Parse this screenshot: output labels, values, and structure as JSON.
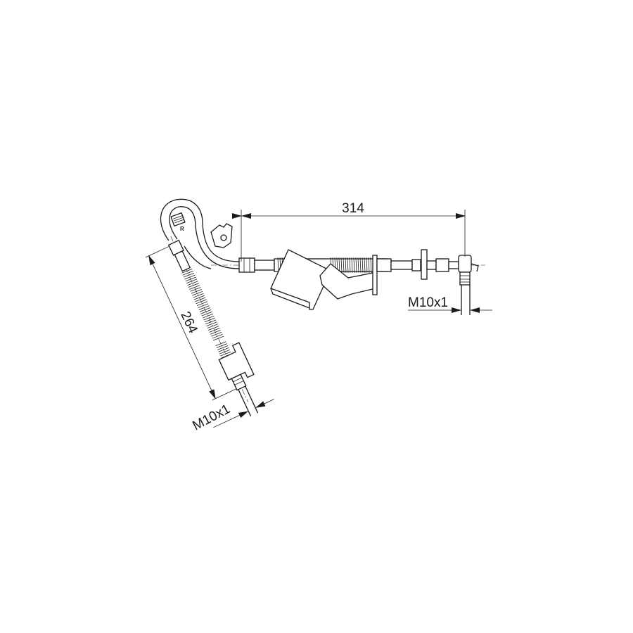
{
  "drawing": {
    "dimension_length_horizontal": "314",
    "dimension_length_angled": "264",
    "thread_right": "M10x1",
    "thread_bottom": "M10x1",
    "marking_side": "R"
  },
  "colors": {
    "line": "#1a1a1a",
    "background": "#ffffff"
  }
}
